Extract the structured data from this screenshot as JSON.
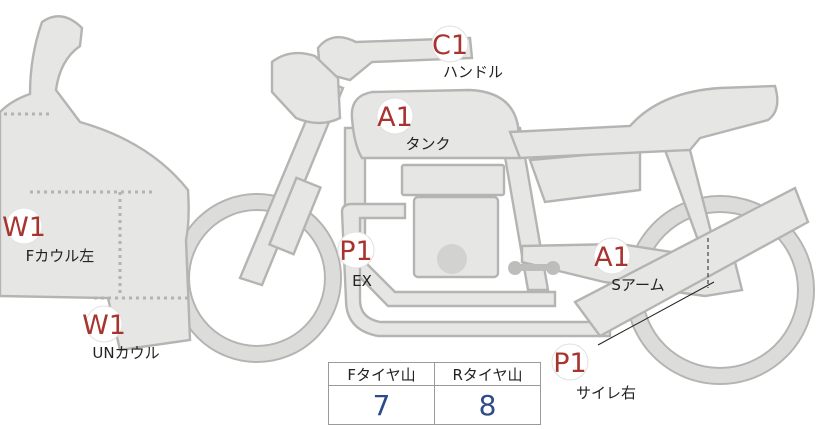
{
  "parts": [
    {
      "code": "C1",
      "name": "ハンドル"
    },
    {
      "code": "A1",
      "name": "タンク"
    },
    {
      "code": "W1",
      "name": "Fカウル左"
    },
    {
      "code": "P1",
      "name": "EX"
    },
    {
      "code": "A1",
      "name": "Sアーム"
    },
    {
      "code": "W1",
      "name": "UNカウル"
    },
    {
      "code": "P1",
      "name": "サイレ右"
    }
  ],
  "tire_table": {
    "headers": [
      "Fタイヤ山",
      "Rタイヤ山"
    ],
    "values": [
      "7",
      "8"
    ]
  },
  "colors": {
    "code": "#a8342f",
    "value": "#2f4a8a",
    "part_fill": "#e6e6e5",
    "outline": "#b4b4b2"
  }
}
